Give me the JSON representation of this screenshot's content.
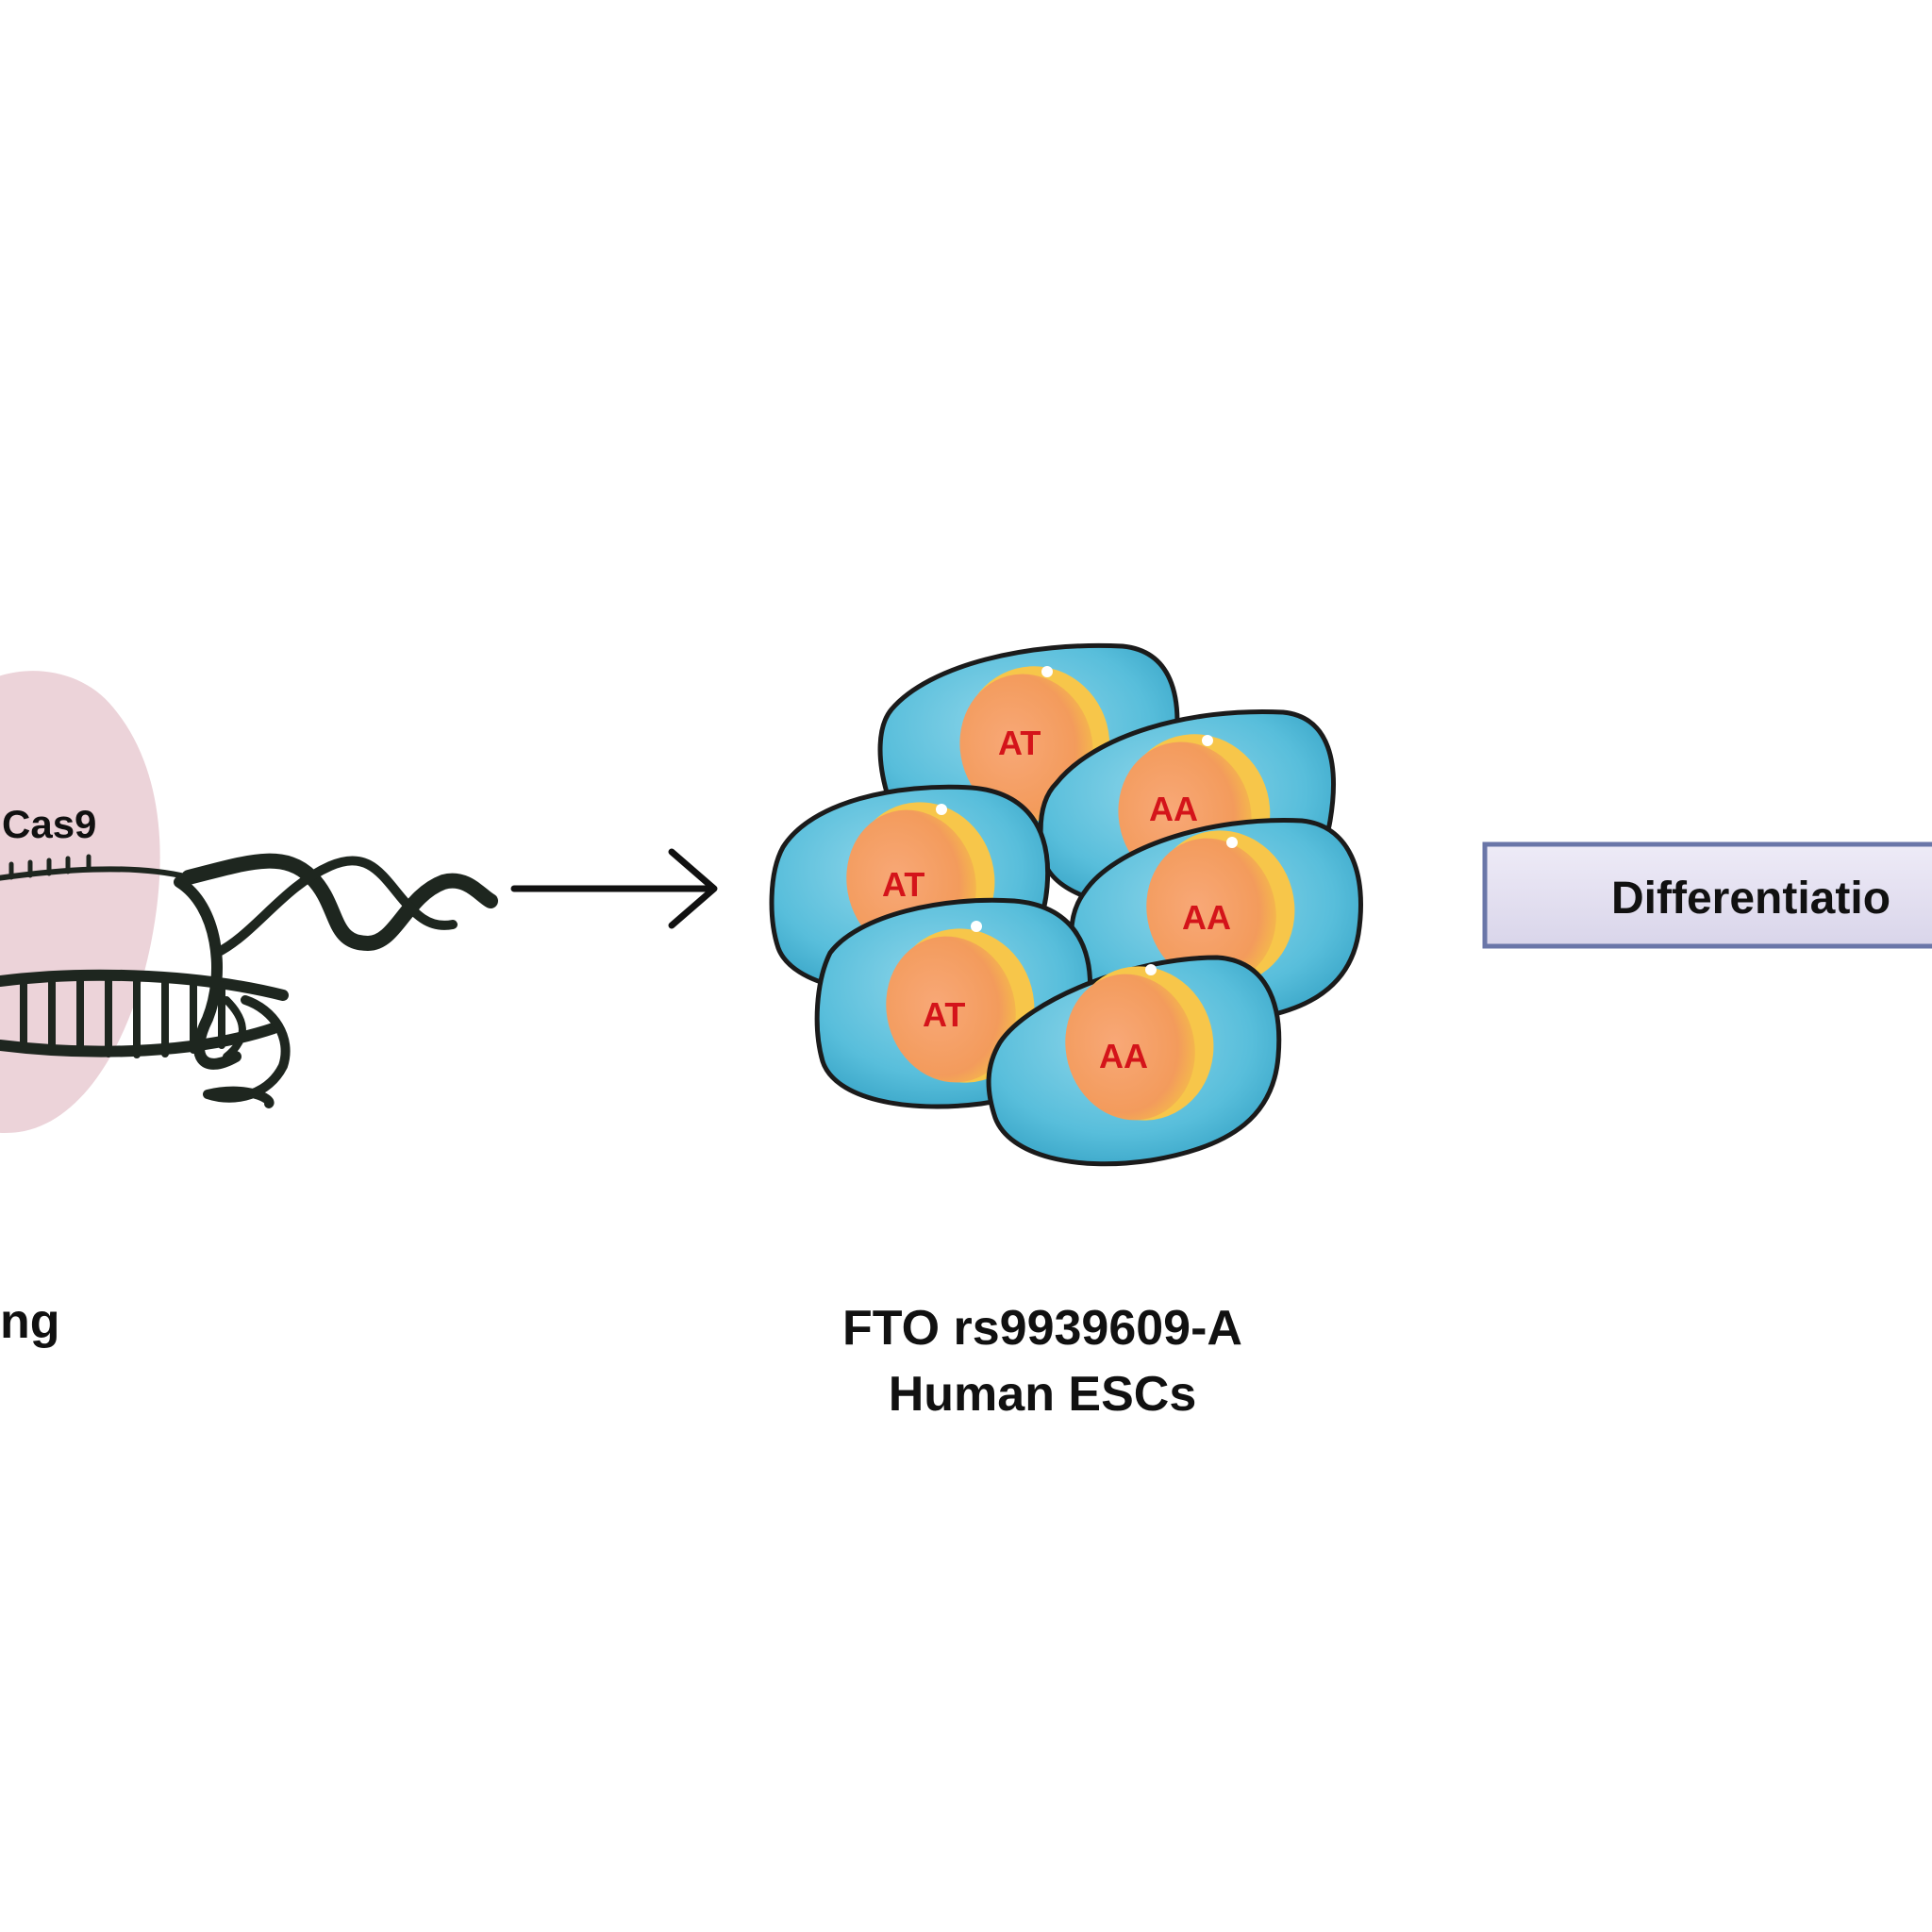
{
  "colors": {
    "cas9_blob": "#ecd3d9",
    "cell_body": "#5bc0dc",
    "cell_outline": "#1b1b1b",
    "nucleus": "#f39b5c",
    "nucleus_highlight": "#f7c64a",
    "genotype_text": "#d4141a",
    "box_fill": "#e5e2f1",
    "box_border": "#6a76a8",
    "dna": "#1e261f"
  },
  "left_panel": {
    "cas9_label": "Cas9",
    "caption": "ng"
  },
  "middle_panel": {
    "caption_line1": "FTO rs9939609-A",
    "caption_line2": "Human ESCs",
    "cells": [
      {
        "genotype": "AT"
      },
      {
        "genotype": "AA"
      },
      {
        "genotype": "AT"
      },
      {
        "genotype": "AA"
      },
      {
        "genotype": "AT"
      },
      {
        "genotype": "AA"
      }
    ]
  },
  "right_panel": {
    "box_label": "Differentiatio"
  },
  "icons": {
    "dna": "dna-double-helix-icon",
    "arrow": "right-arrow-icon",
    "cas9": "cas9-protein-blob"
  }
}
